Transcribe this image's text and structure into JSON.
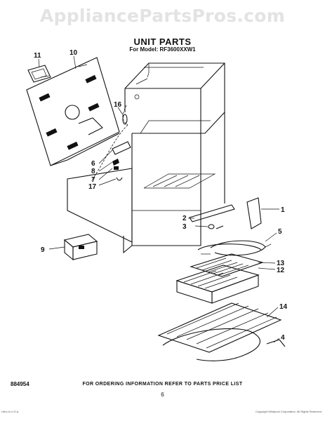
{
  "watermark": "AppliancePartsPros.com",
  "title": "UNIT PARTS",
  "model_line": "For Model: RF3600XXW1",
  "parts": [
    {
      "id": "1",
      "label": "1"
    },
    {
      "id": "2",
      "label": "2"
    },
    {
      "id": "3",
      "label": "3"
    },
    {
      "id": "4",
      "label": "4"
    },
    {
      "id": "5",
      "label": "5"
    },
    {
      "id": "6",
      "label": "6"
    },
    {
      "id": "7",
      "label": "7"
    },
    {
      "id": "8",
      "label": "8"
    },
    {
      "id": "9",
      "label": "9"
    },
    {
      "id": "10",
      "label": "10"
    },
    {
      "id": "11",
      "label": "11"
    },
    {
      "id": "12",
      "label": "12"
    },
    {
      "id": "13",
      "label": "13"
    },
    {
      "id": "14",
      "label": "14"
    },
    {
      "id": "16",
      "label": "16"
    },
    {
      "id": "17",
      "label": "17"
    }
  ],
  "footer": {
    "code": "884954",
    "order_info": "FOR ORDERING INFORMATION REFER TO PARTS PRICE LIST",
    "page": "6",
    "tiny_left": "Litho in U.S.A.",
    "tiny_right": "Copyright Whirlpool Corporation. All Rights Reserved."
  }
}
